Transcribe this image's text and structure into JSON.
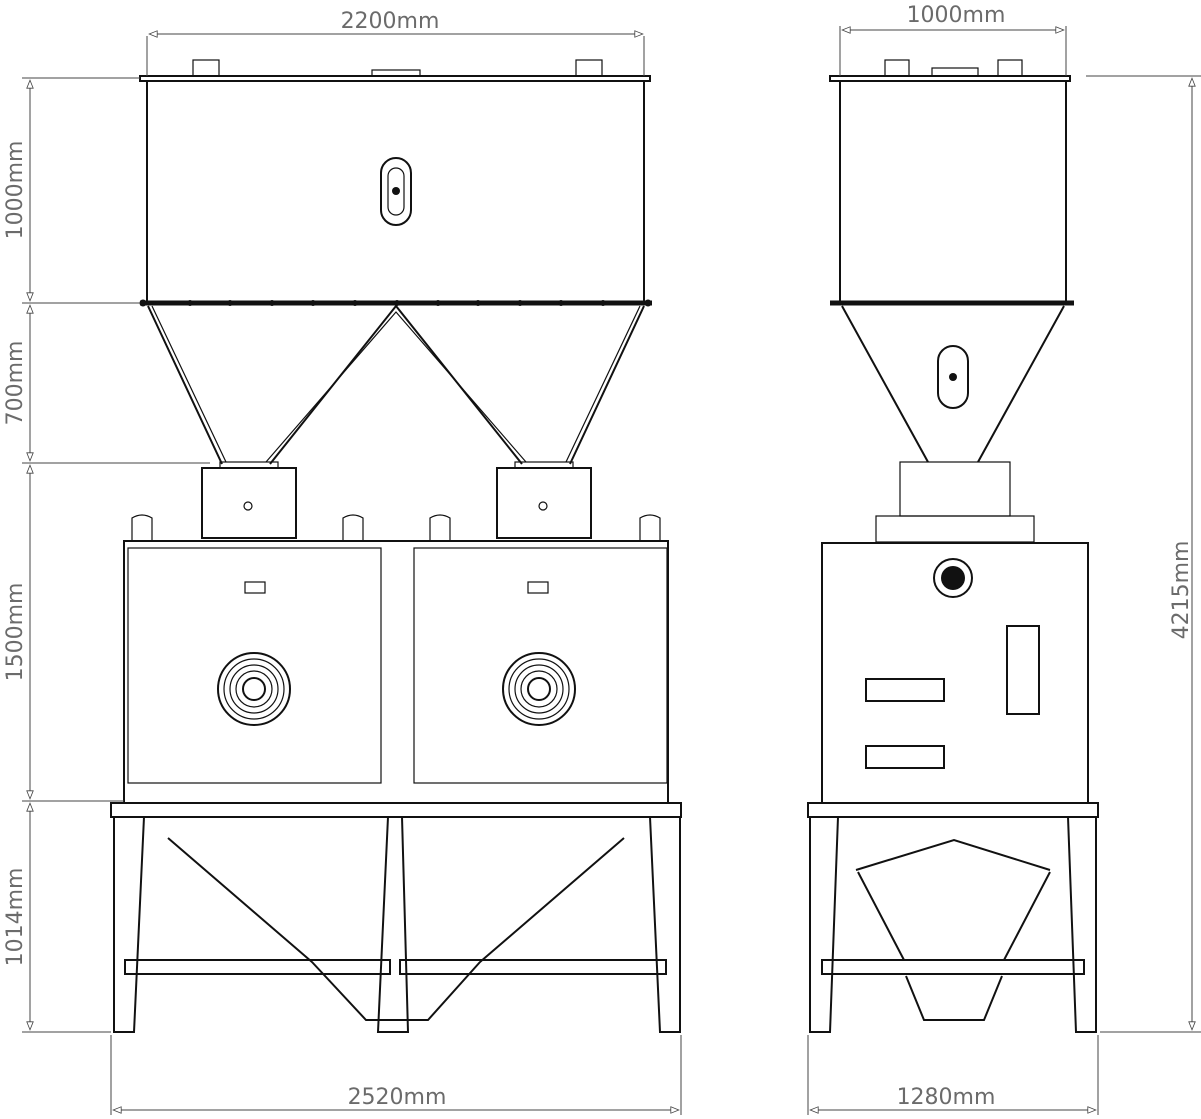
{
  "front_view": {
    "width_top": "2200mm",
    "width_bottom": "2520mm",
    "height_hopper": "1000mm",
    "height_cone": "700mm",
    "height_body": "1500mm",
    "height_stand": "1014mm"
  },
  "side_view": {
    "width_top": "1000mm",
    "width_bottom": "1280mm",
    "height_total": "4215mm"
  }
}
